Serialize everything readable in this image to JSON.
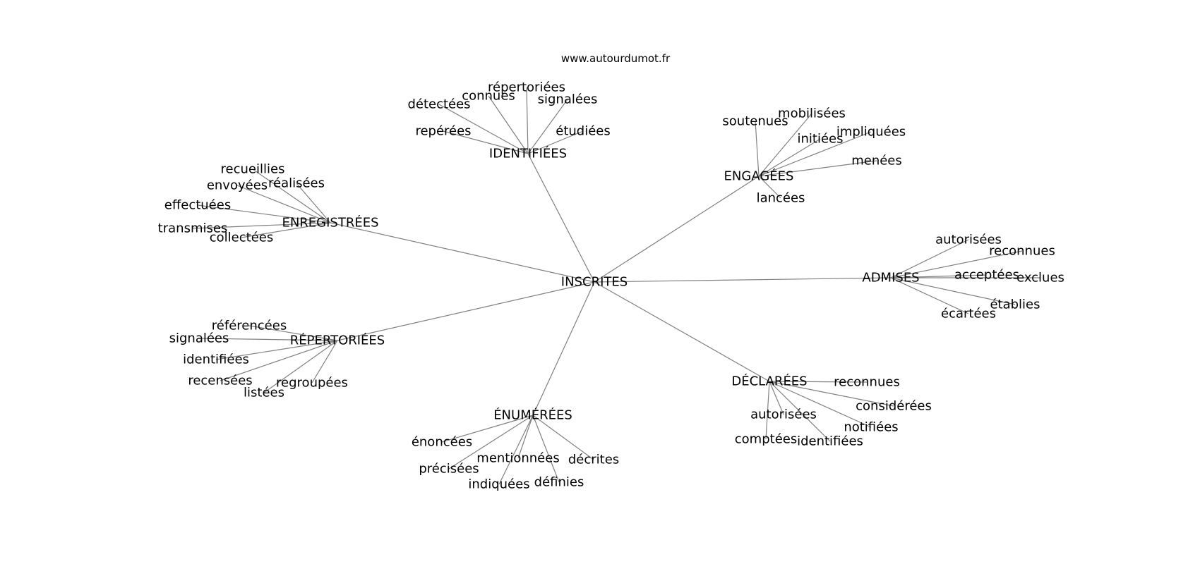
{
  "source": "www.autourdumot.fr",
  "colors": {
    "edge": "#808080",
    "text": "#000000",
    "background": "#ffffff"
  },
  "center": {
    "label": "INSCRITES"
  },
  "groups": [
    {
      "label": "IDENTIFIÉES",
      "leaves": [
        "répertoriées",
        "connues",
        "signalées",
        "détectées",
        "étudiées",
        "repérées"
      ]
    },
    {
      "label": "ENGAGÉES",
      "leaves": [
        "mobilisées",
        "soutenues",
        "impliquées",
        "initiées",
        "menées",
        "lancées"
      ]
    },
    {
      "label": "ENREGISTRÉES",
      "leaves": [
        "recueillies",
        "réalisées",
        "envoyées",
        "effectuées",
        "transmises",
        "collectées"
      ]
    },
    {
      "label": "ADMISES",
      "leaves": [
        "autorisées",
        "reconnues",
        "acceptées",
        "exclues",
        "établies",
        "écartées"
      ]
    },
    {
      "label": "RÉPERTORIÉES",
      "leaves": [
        "référencées",
        "signalées",
        "identifiées",
        "recensées",
        "regroupées",
        "listées"
      ]
    },
    {
      "label": "DÉCLARÉES",
      "leaves": [
        "reconnues",
        "considérées",
        "autorisées",
        "notifiées",
        "comptées",
        "identifiées"
      ]
    },
    {
      "label": "ÉNUMÉRÉES",
      "leaves": [
        "énoncées",
        "mentionnées",
        "décrites",
        "précisées",
        "définies",
        "indiquées"
      ]
    }
  ]
}
